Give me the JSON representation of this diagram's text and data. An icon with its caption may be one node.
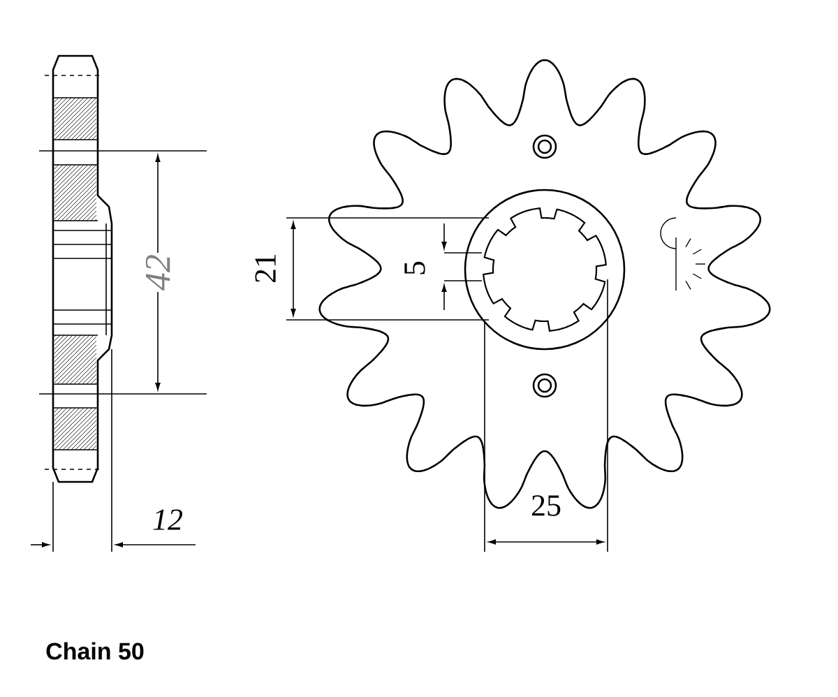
{
  "diagram": {
    "labels": [
      "42",
      "21",
      "5",
      "12",
      "25",
      "Chain 50"
    ]
  }
}
